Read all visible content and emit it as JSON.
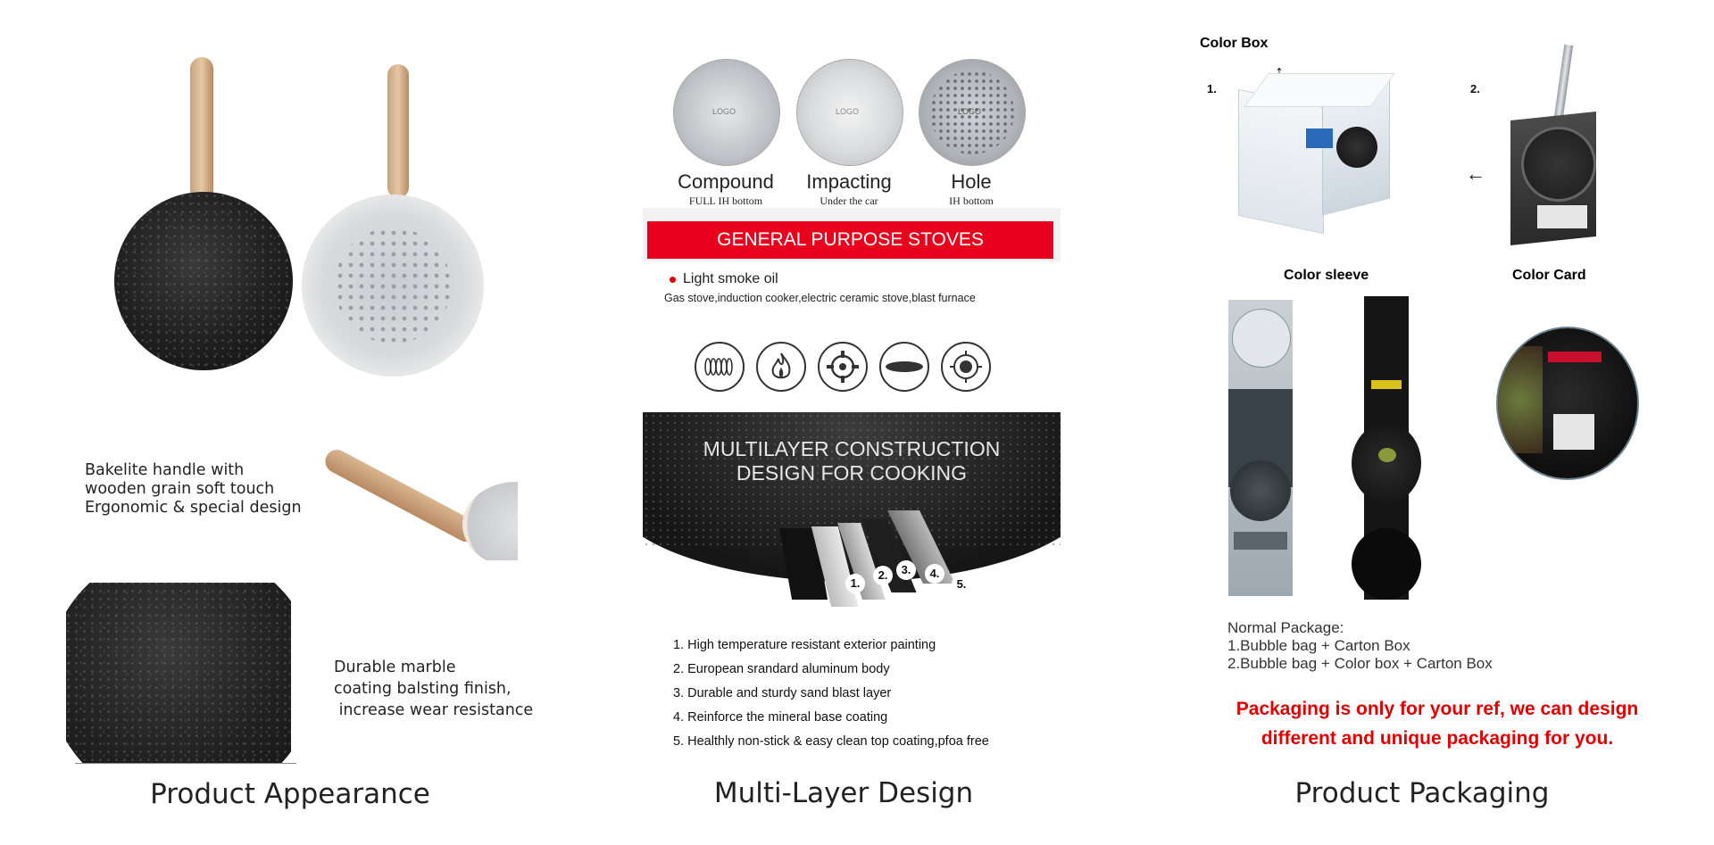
{
  "appearance": {
    "caption": "Product Appearance",
    "handle_text": [
      "Bakelite handle with",
      "wooden grain soft touch",
      "Ergonomic & special design"
    ],
    "coating_text": [
      "Durable marble",
      "coating balsting finish,",
      " increase wear resistance"
    ]
  },
  "multilayer": {
    "caption": "Multi-Layer Design",
    "bottoms": [
      {
        "title": "Compound",
        "sub": "FULL IH bottom",
        "logo": "LOGO"
      },
      {
        "title": "Impacting",
        "sub": "Under the car",
        "logo": "LOGO"
      },
      {
        "title": "Hole",
        "sub": "IH bottom",
        "logo": "LOGO"
      }
    ],
    "banner": "GENERAL PURPOSE STOVES",
    "oil_bullet": "Light smoke oil",
    "stoves_line": "Gas stove,induction cooker,electric ceramic stove,blast furnace",
    "construction_title": [
      "MULTILAYER CONSTRUCTION",
      "DESIGN FOR COOKING"
    ],
    "layer_numbers": [
      "1.",
      "2.",
      "3.",
      "4.",
      "5."
    ],
    "features": [
      "1. High temperature resistant exterior painting",
      "2. European srandard aluminum body",
      "3. Durable and sturdy sand blast layer",
      "4. Reinforce the mineral base coating",
      "5. Healthly non-stick & easy clean top coating,pfoa free"
    ]
  },
  "packaging": {
    "caption": "Product Packaging",
    "color_box": "Color Box",
    "num1": "1.",
    "num2": "2.",
    "color_sleeve": "Color sleeve",
    "color_card": "Color Card",
    "normal_title": "Normal Package:",
    "normal_items": [
      "1.Bubble bag + Carton Box",
      "2.Bubble bag + Color box + Carton Box"
    ],
    "notice": [
      "Packaging is only for your ref, we can design",
      "different and unique packaging for you."
    ]
  },
  "colors": {
    "red": "#e00000",
    "banner": "#e8001c"
  }
}
